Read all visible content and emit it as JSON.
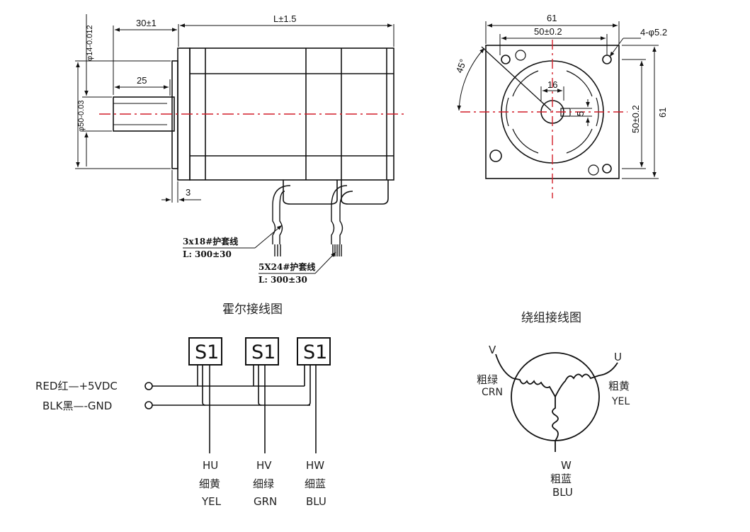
{
  "motor_drawing": {
    "dims": {
      "shaft_len": "30±1",
      "body_len": "L±1.5",
      "key_len": "25",
      "flange": "3",
      "shaft_dia": "φ14-0.012",
      "pilot_dia": "φ50-0.03",
      "cable1": "3x18#护套线",
      "cable1_len": "L: 300±30",
      "cable2": "5X24#护套线",
      "cable2_len": "L: 300±30"
    }
  },
  "front_view": {
    "dims": {
      "width": "61",
      "hole_spacing": "50±0.2",
      "holes": "4-φ5.2",
      "angle": "45°",
      "shaft": "16",
      "key": "5",
      "v_spacing": "50±0.2",
      "height": "61"
    }
  },
  "hall": {
    "title": "霍尔接线图",
    "sensor_label": "S1",
    "power_label": "RED红—+5VDC",
    "gnd_label": "BLK黑—-GND",
    "outputs": [
      {
        "code": "HU",
        "cn": "细黄",
        "en": "YEL"
      },
      {
        "code": "HV",
        "cn": "细绿",
        "en": "GRN"
      },
      {
        "code": "HW",
        "cn": "细蓝",
        "en": "BLU"
      }
    ]
  },
  "winding": {
    "title": "绕组接线图",
    "v": {
      "code": "V",
      "cn": "粗绿",
      "en": "CRN"
    },
    "u": {
      "code": "U",
      "cn": "粗黄",
      "en": "YEL"
    },
    "w": {
      "code": "W",
      "cn": "粗蓝",
      "en": "BLU"
    }
  }
}
